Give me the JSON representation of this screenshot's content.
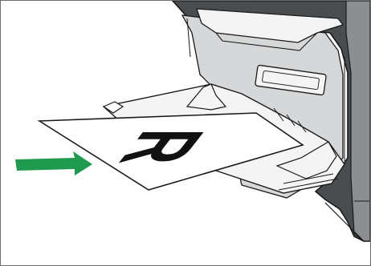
{
  "illustration": {
    "subject": "printer-bypass-tray-loading",
    "paper_glyph": "R",
    "arrow_direction": "right",
    "colors": {
      "arrow": "#1f9a4e",
      "printer_dark": "#4a4d4f",
      "printer_mid": "#8c8f91",
      "printer_light": "#d6d7d8",
      "tray": "#f4f4f4",
      "paper": "#ffffff",
      "outline": "#1a1a1a",
      "glyph": "#111111"
    }
  }
}
